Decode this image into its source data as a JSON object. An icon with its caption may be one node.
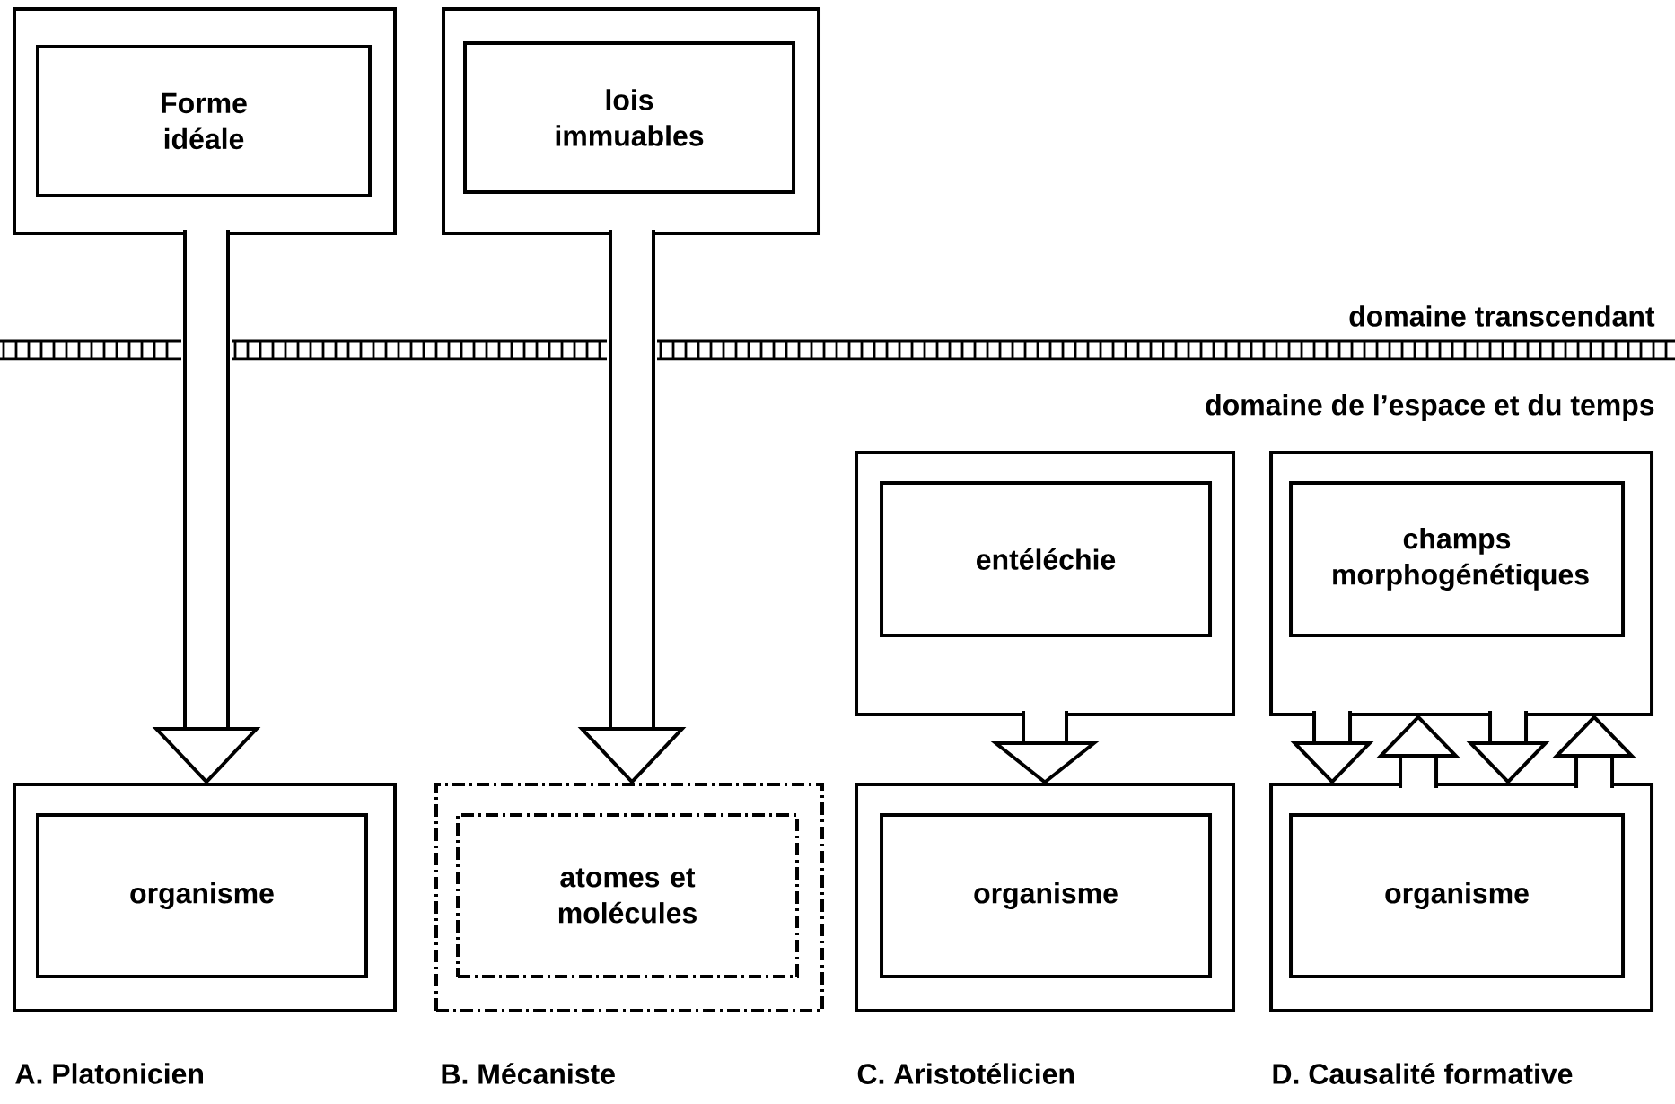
{
  "diagram": {
    "nodes": [
      {
        "text": [],
        "shape": "box"
      },
      {
        "text": [
          "Forme idéale"
        ],
        "in": 0
      },
      {
        "text": [],
        "shape": "box"
      },
      {
        "text": [
          "lois immuables"
        ],
        "in": 2
      },
      {
        "text": [],
        "shape": "box"
      },
      {
        "text": [
          "entéléchie"
        ],
        "in": 4
      },
      {
        "text": [],
        "shape": "box"
      },
      {
        "text": [
          "champs morphogénétiques"
        ],
        "in": 6
      },
      {
        "text": [],
        "shape": "box"
      },
      {
        "text": [
          "organisme"
        ],
        "in": 8
      },
      {
        "text": [],
        "shape": "box"
      },
      {
        "text": [
          "atomes et molécules"
        ],
        "in": 10
      },
      {
        "text": [],
        "shape": "box"
      },
      {
        "text": [
          "organisme"
        ],
        "in": 12
      },
      {
        "text": [],
        "shape": "box"
      },
      {
        "text": [
          "organisme"
        ],
        "in": 14
      }
    ],
    "edges": [
      {
        "from": 0,
        "to": 8,
        "arrow": "to"
      },
      {
        "from": 2,
        "to": 10,
        "arrow": "to"
      },
      {
        "from": 4,
        "to": 12,
        "arrow": "to"
      },
      {
        "from": 6,
        "to": 14,
        "arrow": "to"
      },
      {
        "from": 14,
        "to": 6,
        "arrow": "to"
      },
      {
        "from": 6,
        "to": 14,
        "arrow": "to"
      },
      {
        "from": 14,
        "to": 6,
        "arrow": "to"
      }
    ],
    "labels": [
      "domaine transcendant",
      "domaine de l’espace et du temps",
      "A. Platonicien",
      "B. Mécaniste",
      "C. Aristotélicien",
      "D. Causalité formative"
    ]
  }
}
